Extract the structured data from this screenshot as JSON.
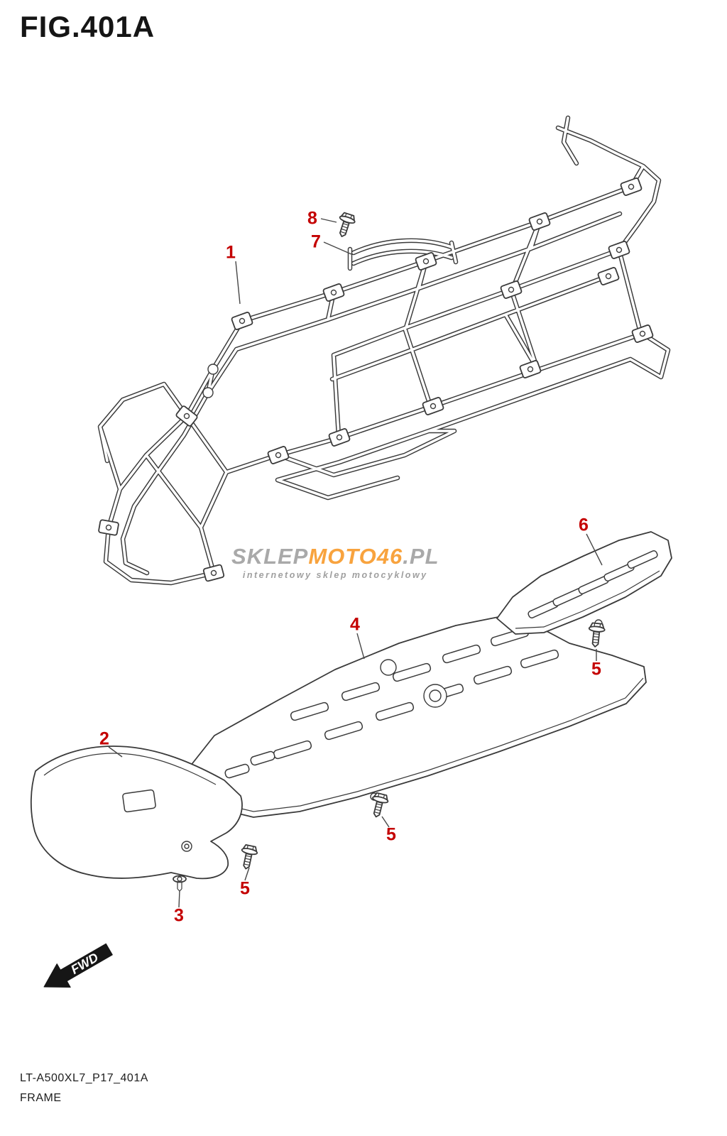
{
  "figure": {
    "title": "FIG.401A",
    "code": "LT-A500XL7_P17_401A",
    "name": "FRAME"
  },
  "fwd_label": "FWD",
  "watermark": {
    "part1": "SKLEP",
    "part2": "MOTO",
    "part3": "46",
    "part4": ".PL",
    "subtitle": "internetowy sklep motocyklowy"
  },
  "callouts": [
    {
      "label": "1"
    },
    {
      "label": "8"
    },
    {
      "label": "7"
    },
    {
      "label": "6"
    },
    {
      "label": "4"
    },
    {
      "label": "5"
    },
    {
      "label": "2"
    },
    {
      "label": "5"
    },
    {
      "label": "5"
    },
    {
      "label": "3"
    }
  ],
  "colors": {
    "callout_red": "#c40000",
    "line_dark": "#3a3a3a",
    "watermark_orange": "#f7941d",
    "watermark_gray": "#9b9b9b"
  }
}
